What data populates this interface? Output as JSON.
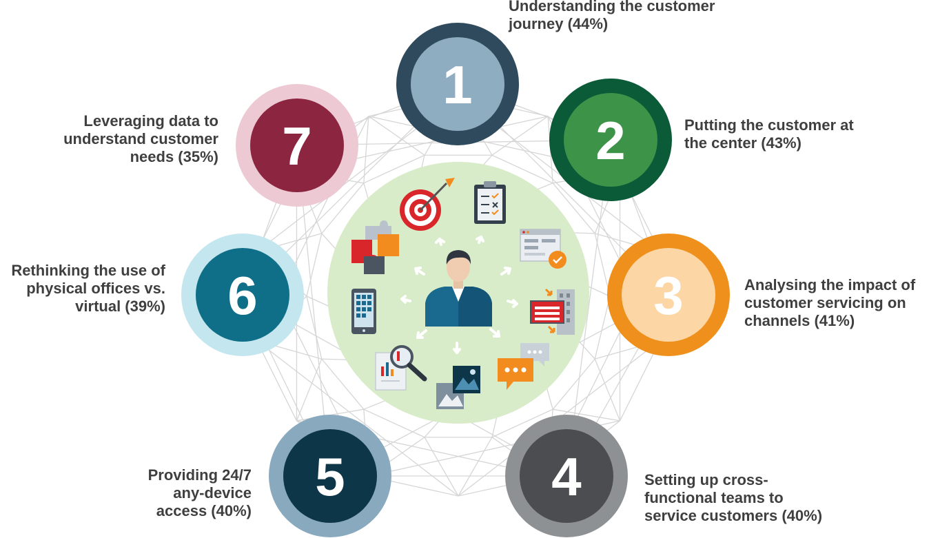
{
  "steps": [
    {
      "number": "1",
      "lines": [
        "Understanding the customer",
        "journey (44%)"
      ],
      "percent": 44,
      "outer": "#2f4a5d",
      "inner": "#8fadc0"
    },
    {
      "number": "2",
      "lines": [
        "Putting the customer at",
        "the center (43%)"
      ],
      "percent": 43,
      "outer": "#0b5a38",
      "inner": "#3d9448"
    },
    {
      "number": "3",
      "lines": [
        "Analysing the impact of",
        "customer servicing on",
        "channels (41%)"
      ],
      "percent": 41,
      "outer": "#f0901c",
      "inner": "#fcd6a5"
    },
    {
      "number": "4",
      "lines": [
        "Setting up cross-",
        "functional teams to",
        "service customers (40%)"
      ],
      "percent": 40,
      "outer": "#8e9193",
      "inner": "#4c4d50"
    },
    {
      "number": "5",
      "lines": [
        "Providing 24/7",
        "any-device",
        "access (40%)"
      ],
      "percent": 40,
      "outer": "#89a9bf",
      "inner": "#0d3648"
    },
    {
      "number": "6",
      "lines": [
        "Rethinking the use of",
        "physical offices vs.",
        "virtual (39%)"
      ],
      "percent": 39,
      "outer": "#c4e6ef",
      "inner": "#0f6f88"
    },
    {
      "number": "7",
      "lines": [
        "Leveraging data to",
        "understand customer",
        "needs (35%)"
      ],
      "percent": 35,
      "outer": "#ecc9d3",
      "inner": "#8b2540"
    }
  ],
  "colors": {
    "center_fill": "#d8ecc9",
    "web": "#d6d6d6",
    "text": "#3f3f3f"
  },
  "icons": [
    "target-icon",
    "checklist-icon",
    "browser-window-icon",
    "puzzle-icon",
    "tablet-icon",
    "person-icon",
    "storefront-icon",
    "report-magnifier-icon",
    "picture-icon",
    "chat-bubbles-icon"
  ]
}
